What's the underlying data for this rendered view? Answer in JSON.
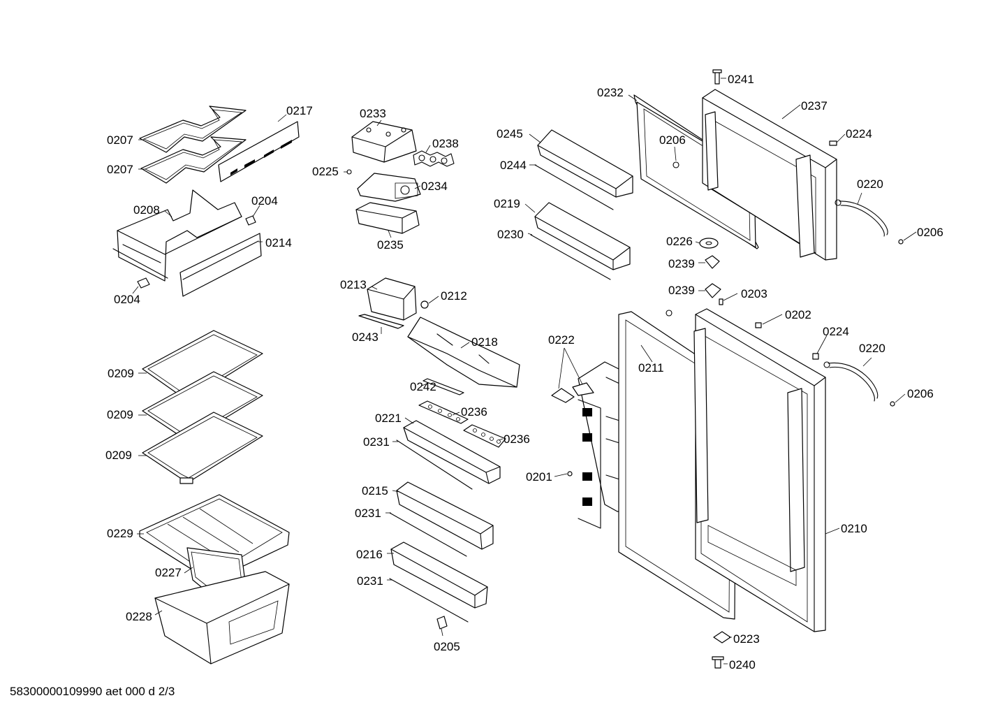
{
  "document": {
    "footer_id": "58300000109990 aet 000 d 2/3"
  },
  "parts": [
    {
      "key": "p0207a",
      "label": "0207"
    },
    {
      "key": "p0207b",
      "label": "0207"
    },
    {
      "key": "p0217",
      "label": "0217"
    },
    {
      "key": "p0208",
      "label": "0208"
    },
    {
      "key": "p0204a",
      "label": "0204"
    },
    {
      "key": "p0214",
      "label": "0214"
    },
    {
      "key": "p0204b",
      "label": "0204"
    },
    {
      "key": "p0209a",
      "label": "0209"
    },
    {
      "key": "p0209b",
      "label": "0209"
    },
    {
      "key": "p0209c",
      "label": "0209"
    },
    {
      "key": "p0229",
      "label": "0229"
    },
    {
      "key": "p0227",
      "label": "0227"
    },
    {
      "key": "p0228",
      "label": "0228"
    },
    {
      "key": "p0233",
      "label": "0233"
    },
    {
      "key": "p0238",
      "label": "0238"
    },
    {
      "key": "p0225",
      "label": "0225"
    },
    {
      "key": "p0234",
      "label": "0234"
    },
    {
      "key": "p0235",
      "label": "0235"
    },
    {
      "key": "p0213",
      "label": "0213"
    },
    {
      "key": "p0212",
      "label": "0212"
    },
    {
      "key": "p0243",
      "label": "0243"
    },
    {
      "key": "p0218",
      "label": "0218"
    },
    {
      "key": "p0242",
      "label": "0242"
    },
    {
      "key": "p0236a",
      "label": "0236"
    },
    {
      "key": "p0221",
      "label": "0221"
    },
    {
      "key": "p0231a",
      "label": "0231"
    },
    {
      "key": "p0236b",
      "label": "0236"
    },
    {
      "key": "p0215",
      "label": "0215"
    },
    {
      "key": "p0231b",
      "label": "0231"
    },
    {
      "key": "p0216",
      "label": "0216"
    },
    {
      "key": "p0231c",
      "label": "0231"
    },
    {
      "key": "p0205",
      "label": "0205"
    },
    {
      "key": "p0245",
      "label": "0245"
    },
    {
      "key": "p0244",
      "label": "0244"
    },
    {
      "key": "p0219",
      "label": "0219"
    },
    {
      "key": "p0230",
      "label": "0230"
    },
    {
      "key": "p0222",
      "label": "0222"
    },
    {
      "key": "p0201",
      "label": "0201"
    },
    {
      "key": "p0241",
      "label": "0241"
    },
    {
      "key": "p0232",
      "label": "0232"
    },
    {
      "key": "p0237",
      "label": "0237"
    },
    {
      "key": "p0206a",
      "label": "0206"
    },
    {
      "key": "p0224a",
      "label": "0224"
    },
    {
      "key": "p0220a",
      "label": "0220"
    },
    {
      "key": "p0206b",
      "label": "0206"
    },
    {
      "key": "p0226",
      "label": "0226"
    },
    {
      "key": "p0239a",
      "label": "0239"
    },
    {
      "key": "p0239b",
      "label": "0239"
    },
    {
      "key": "p0203",
      "label": "0203"
    },
    {
      "key": "p0202",
      "label": "0202"
    },
    {
      "key": "p0224b",
      "label": "0224"
    },
    {
      "key": "p0220b",
      "label": "0220"
    },
    {
      "key": "p0211",
      "label": "0211"
    },
    {
      "key": "p0206c",
      "label": "0206"
    },
    {
      "key": "p0210",
      "label": "0210"
    },
    {
      "key": "p0223",
      "label": "0223"
    },
    {
      "key": "p0240",
      "label": "0240"
    }
  ]
}
